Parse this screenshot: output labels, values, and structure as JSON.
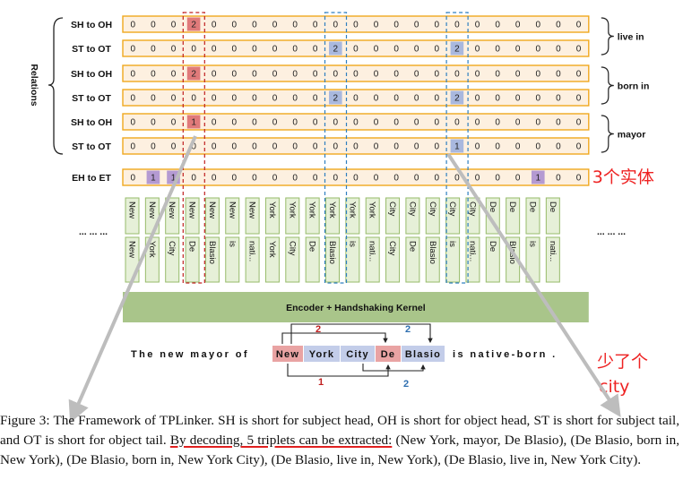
{
  "relations_label": "Relations",
  "row_labels": [
    "SH to OH",
    "ST to OT",
    "SH to OH",
    "ST to OT",
    "SH to OH",
    "ST to OT"
  ],
  "relation_names": [
    "live in",
    "born in",
    "mayor"
  ],
  "grid_values": [
    [
      0,
      0,
      0,
      2,
      0,
      0,
      0,
      0,
      0,
      0,
      0,
      0,
      0,
      0,
      0,
      0,
      0,
      0,
      0,
      0,
      0,
      0,
      0
    ],
    [
      0,
      0,
      0,
      0,
      0,
      0,
      0,
      0,
      0,
      0,
      2,
      0,
      0,
      0,
      0,
      0,
      2,
      0,
      0,
      0,
      0,
      0,
      0
    ],
    [
      0,
      0,
      0,
      2,
      0,
      0,
      0,
      0,
      0,
      0,
      0,
      0,
      0,
      0,
      0,
      0,
      0,
      0,
      0,
      0,
      0,
      0,
      0
    ],
    [
      0,
      0,
      0,
      0,
      0,
      0,
      0,
      0,
      0,
      0,
      2,
      0,
      0,
      0,
      0,
      0,
      2,
      0,
      0,
      0,
      0,
      0,
      0
    ],
    [
      0,
      0,
      0,
      1,
      0,
      0,
      0,
      0,
      0,
      0,
      0,
      0,
      0,
      0,
      0,
      0,
      0,
      0,
      0,
      0,
      0,
      0,
      0
    ],
    [
      0,
      0,
      0,
      0,
      0,
      0,
      0,
      0,
      0,
      0,
      0,
      0,
      0,
      0,
      0,
      0,
      1,
      0,
      0,
      0,
      0,
      0,
      0
    ]
  ],
  "highlights": [
    {
      "row": 0,
      "col": 3,
      "color": "#e07a7a"
    },
    {
      "row": 1,
      "col": 10,
      "color": "#a9b8de"
    },
    {
      "row": 1,
      "col": 16,
      "color": "#a9b8de"
    },
    {
      "row": 2,
      "col": 3,
      "color": "#e07a7a"
    },
    {
      "row": 3,
      "col": 10,
      "color": "#a9b8de"
    },
    {
      "row": 3,
      "col": 16,
      "color": "#a9b8de"
    },
    {
      "row": 4,
      "col": 3,
      "color": "#e07a7a"
    },
    {
      "row": 5,
      "col": 16,
      "color": "#a9b8de"
    }
  ],
  "eh_label": "EH to ET",
  "eh_values": [
    0,
    1,
    1,
    0,
    0,
    0,
    0,
    0,
    0,
    0,
    0,
    0,
    0,
    0,
    0,
    0,
    0,
    0,
    0,
    0,
    1,
    0,
    0
  ],
  "eh_highlight_color": "#b49ad2",
  "entity_annotation": "3个实体",
  "ellipsis": "... ... ...",
  "pair_columns": [
    [
      "New",
      "New"
    ],
    [
      "New",
      "York"
    ],
    [
      "New",
      "City"
    ],
    [
      "New",
      "De"
    ],
    [
      "New",
      "Blasio"
    ],
    [
      "New",
      "is"
    ],
    [
      "New",
      "nati..."
    ],
    [
      "York",
      "York"
    ],
    [
      "York",
      "City"
    ],
    [
      "York",
      "De"
    ],
    [
      "York",
      "Blasio"
    ],
    [
      "York",
      "is"
    ],
    [
      "York",
      "nati..."
    ],
    [
      "City",
      "City"
    ],
    [
      "City",
      "De"
    ],
    [
      "City",
      "Blasio"
    ],
    [
      "City",
      "is"
    ],
    [
      "City",
      "nati..."
    ],
    [
      "De",
      "De"
    ],
    [
      "De",
      "Blasio"
    ],
    [
      "De",
      "is"
    ],
    [
      "De",
      "nati..."
    ]
  ],
  "encoder_label": "Encoder + Handshaking Kernel",
  "sentence_prefix": "The new mayor of",
  "sentence_tokens": [
    {
      "text": "New",
      "color": "#e9a3a3"
    },
    {
      "text": "York",
      "color": "#c3cde9"
    },
    {
      "text": "City",
      "color": "#c3cde9"
    },
    {
      "text": "De",
      "color": "#e9a3a3"
    },
    {
      "text": "Blasio",
      "color": "#c3cde9"
    }
  ],
  "sentence_suffix": "is native-born .",
  "link_numbers": {
    "red_top": "2",
    "blue_top": "2",
    "red_bottom": "1",
    "blue_bottom": "2"
  },
  "missing_annotation_line1": "少了个",
  "missing_annotation_line2": "city",
  "colors": {
    "grid_fill": "#fdf0e0",
    "grid_border": "#f0a81e",
    "pair_fill": "#e6f0d8",
    "pair_border": "#97bb6a",
    "encoder_fill": "#a9c58a",
    "red_note": "#ee2222",
    "dashed_red": "#c02020",
    "dashed_blue": "#2f7fc0"
  },
  "caption": {
    "part1": "Figure 3: The Framework of TPLinker. SH is short for subject head, OH is short for object head, ST is short for subject tail, and OT is short for object tail. ",
    "underlined": "By decoding, 5 triplets can be extracted:",
    "part2": " (New York, mayor, De Blasio), (De Blasio, born in, New York), (De Blasio, born in, New York City), (De Blasio, live in, New York), (De Blasio, live in, New York City)."
  }
}
